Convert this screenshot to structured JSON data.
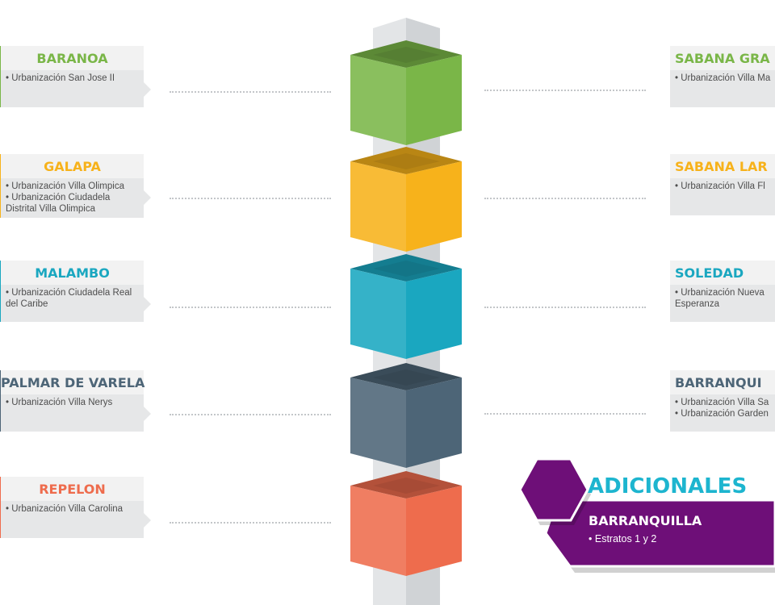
{
  "colors": {
    "green": "#7ab648",
    "yellow": "#f7b21b",
    "teal": "#1aa7c0",
    "slate": "#4d6577",
    "orange": "#ee6c4d",
    "purple": "#6e0f78"
  },
  "left": [
    {
      "title": "BARANOA",
      "color": "#7ab648",
      "items": [
        "Urbanización San Jose II"
      ]
    },
    {
      "title": "GALAPA",
      "color": "#f7b21b",
      "items": [
        "Urbanización  Villa Olimpica",
        "Urbanización Ciudadela Distrital Villa Olimpica"
      ]
    },
    {
      "title": "MALAMBO",
      "color": "#1aa7c0",
      "items": [
        "Urbanización Ciudadela Real del Caribe"
      ]
    },
    {
      "title": "PALMAR DE VARELA",
      "color": "#4d6577",
      "items": [
        "Urbanización Villa Nerys"
      ]
    },
    {
      "title": "REPELON",
      "color": "#ee6c4d",
      "items": [
        "Urbanización Villa Carolina"
      ]
    }
  ],
  "right": [
    {
      "title": "SABANA GRA",
      "color": "#7ab648",
      "items": [
        "Urbanización Villa Ma"
      ]
    },
    {
      "title": "SABANA LAR",
      "color": "#f7b21b",
      "items": [
        "Urbanización Villa Fl"
      ]
    },
    {
      "title": "SOLEDAD",
      "color": "#1aa7c0",
      "items": [
        "Urbanización Nueva Esperanza"
      ]
    },
    {
      "title": "BARRANQUI",
      "color": "#4d6577",
      "items": [
        "Urbanización Villa Sa",
        "Urbanización Garden"
      ]
    }
  ],
  "adicionales": {
    "title": "ADICIONALES",
    "city": "BARRANQUILLA",
    "items": [
      "Estratos 1 y 2"
    ]
  }
}
